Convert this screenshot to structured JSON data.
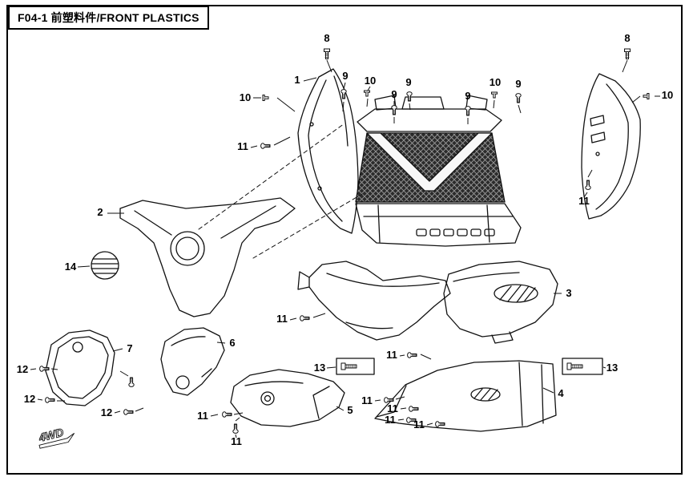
{
  "page": {
    "title": "F04-1 前塑料件/FRONT PLASTICS"
  },
  "decal": {
    "text": "4WD"
  },
  "callouts": [
    {
      "label": "8"
    },
    {
      "label": "9"
    },
    {
      "label": "10"
    },
    {
      "label": "9"
    },
    {
      "label": "9"
    },
    {
      "label": "9"
    },
    {
      "label": "10"
    },
    {
      "label": "9"
    },
    {
      "label": "8"
    },
    {
      "label": "10"
    },
    {
      "label": "1"
    },
    {
      "label": "10"
    },
    {
      "label": "11"
    },
    {
      "label": "11"
    },
    {
      "label": "2"
    },
    {
      "label": "14"
    },
    {
      "label": "3"
    },
    {
      "label": "11"
    },
    {
      "label": "11"
    },
    {
      "label": "13"
    },
    {
      "label": "13"
    },
    {
      "label": "7"
    },
    {
      "label": "6"
    },
    {
      "label": "12"
    },
    {
      "label": "12"
    },
    {
      "label": "12"
    },
    {
      "label": "5"
    },
    {
      "label": "11"
    },
    {
      "label": "11"
    },
    {
      "label": "11"
    },
    {
      "label": "11"
    },
    {
      "label": "11"
    },
    {
      "label": "11"
    },
    {
      "label": "4"
    }
  ]
}
